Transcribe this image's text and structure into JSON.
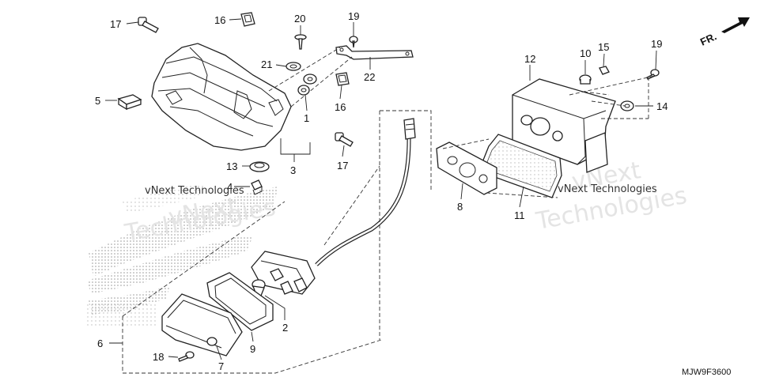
{
  "diagram": {
    "drawing_code": "MJW9F3600",
    "direction_label": "FR.",
    "watermark": {
      "small_text": "vNext Technologies",
      "large_text": "Technologies",
      "large_prefix": "vNext"
    },
    "callouts": [
      {
        "id": "1",
        "label": "1"
      },
      {
        "id": "2",
        "label": "2"
      },
      {
        "id": "3",
        "label": "3"
      },
      {
        "id": "4",
        "label": "4"
      },
      {
        "id": "5",
        "label": "5"
      },
      {
        "id": "6",
        "label": "6"
      },
      {
        "id": "7",
        "label": "7"
      },
      {
        "id": "8",
        "label": "8"
      },
      {
        "id": "9",
        "label": "9"
      },
      {
        "id": "10",
        "label": "10"
      },
      {
        "id": "11",
        "label": "11"
      },
      {
        "id": "12",
        "label": "12"
      },
      {
        "id": "13",
        "label": "13"
      },
      {
        "id": "14",
        "label": "14"
      },
      {
        "id": "15",
        "label": "15"
      },
      {
        "id": "16a",
        "label": "16"
      },
      {
        "id": "16b",
        "label": "16"
      },
      {
        "id": "17a",
        "label": "17"
      },
      {
        "id": "17b",
        "label": "17"
      },
      {
        "id": "18",
        "label": "18"
      },
      {
        "id": "19a",
        "label": "19"
      },
      {
        "id": "19b",
        "label": "19"
      },
      {
        "id": "20",
        "label": "20"
      },
      {
        "id": "21",
        "label": "21"
      },
      {
        "id": "22",
        "label": "22"
      }
    ]
  }
}
